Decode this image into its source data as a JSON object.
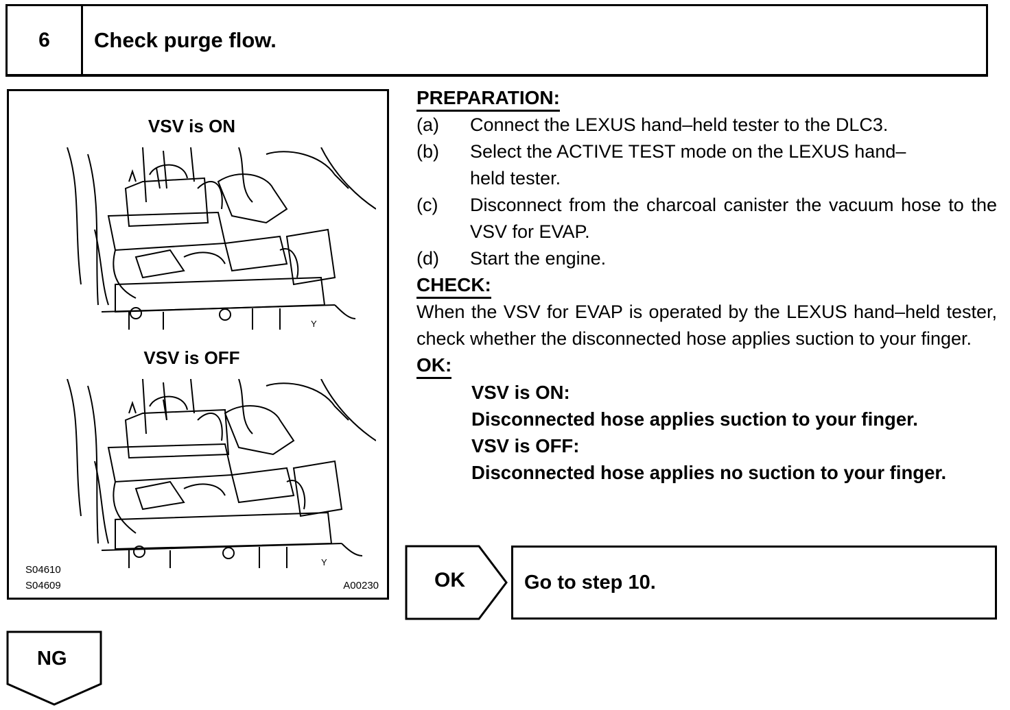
{
  "step": {
    "number": "6",
    "title": "Check purge flow."
  },
  "figure": {
    "title_on": "VSV is ON",
    "title_off": "VSV is OFF",
    "code_1": "S04610",
    "code_2": "S04609",
    "code_3": "A00230",
    "mark_on": "Y",
    "mark_off": "Y"
  },
  "preparation": {
    "heading": "PREPARATION:",
    "items": [
      {
        "label": "(a)",
        "text": "Connect the LEXUS hand–held tester to the DLC3."
      },
      {
        "label": "(b)",
        "text": "Select the ACTIVE TEST mode on the LEXUS hand–held tester."
      },
      {
        "label": "(c)",
        "text": "Disconnect from the charcoal canister the vacuum hose to the VSV for EVAP."
      },
      {
        "label": "(d)",
        "text": "Start the engine."
      }
    ]
  },
  "check": {
    "heading": "CHECK:",
    "text": "When the VSV for EVAP is operated by the LEXUS hand–held tester, check whether the disconnected hose applies suction to your finger."
  },
  "ok": {
    "heading": "OK:",
    "lines": [
      "VSV is ON:",
      "Disconnected hose applies suction to your finger.",
      "VSV is OFF:",
      "Disconnected hose applies no suction to your finger."
    ]
  },
  "result": {
    "ok_label": "OK",
    "ok_action": "Go to step 10.",
    "ng_label": "NG"
  }
}
